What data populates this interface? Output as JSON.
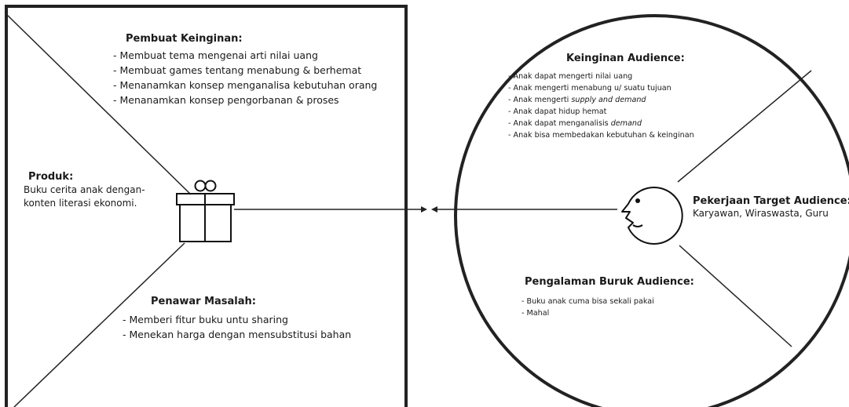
{
  "left": {
    "creators": {
      "title": "Pembuat Keinginan:",
      "items": [
        "- Membuat tema mengenai arti nilai uang",
        "- Membuat games tentang menabung & berhemat",
        "- Menanamkan konsep menganalisa kebutuhan orang",
        "- Menanamkan konsep pengorbanan & proses"
      ]
    },
    "product": {
      "title": "Produk:",
      "lines": [
        "Buku cerita anak dengan-",
        "konten literasi ekonomi."
      ]
    },
    "relievers": {
      "title": "Penawar  Masalah:",
      "items": [
        "- Memberi fitur buku untu sharing",
        "- Menekan harga dengan mensubstitusi bahan"
      ]
    },
    "icon": "gift-icon"
  },
  "right": {
    "gains": {
      "title": "Keinginan Audience:",
      "items": [
        {
          "text": "- Anak dapat mengerti nilai uang"
        },
        {
          "text": "- Anak mengerti menabung u/ suatu tujuan"
        },
        {
          "text": "- Anak mengerti ",
          "em": "supply and demand"
        },
        {
          "text": "- Anak dapat hidup hemat"
        },
        {
          "text": "- Anak dapat menganalisis ",
          "em": "demand"
        },
        {
          "text": "- Anak bisa membedakan kebutuhan & keinginan"
        }
      ]
    },
    "jobs": {
      "title": "Pekerjaan Target Audience:",
      "value": "Karyawan, Wiraswasta, Guru"
    },
    "pains": {
      "title": "Pengalaman Buruk Audience:",
      "items": [
        "- Buku anak cuma bisa sekali pakai",
        "- Mahal"
      ]
    },
    "icon": "face-icon"
  },
  "colors": {
    "stroke": "#222222",
    "text": "#1a1a1a"
  }
}
